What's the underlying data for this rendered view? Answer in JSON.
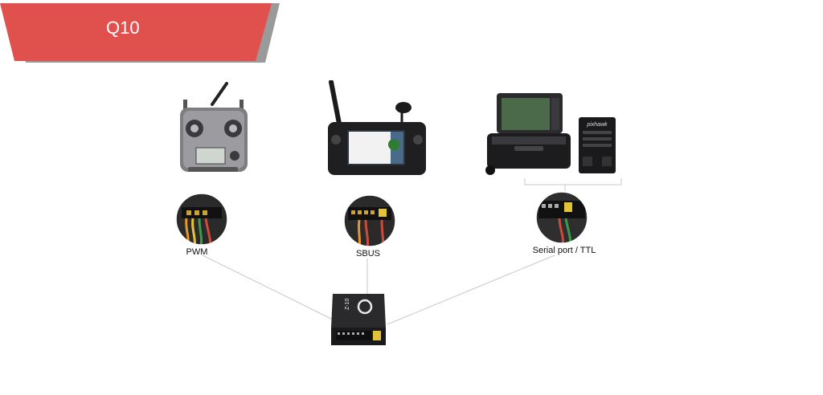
{
  "slide": {
    "title": "Q10",
    "banner_color": "#e0514e",
    "banner_shadow_color": "#9a9a9a"
  },
  "devices": [
    {
      "name": "rc-transmitter",
      "icon": "rc-transmitter-icon"
    },
    {
      "name": "handheld-ground-station",
      "icon": "handheld-controller-icon"
    },
    {
      "name": "portable-ground-station-case",
      "icon": "ground-station-case-icon"
    },
    {
      "name": "flight-controller",
      "icon": "pixhawk-icon",
      "brand_text": "pixhawk"
    }
  ],
  "connections": [
    {
      "label": "PWM",
      "icon": "pwm-connector-icon"
    },
    {
      "label": "SBUS",
      "icon": "sbus-connector-icon"
    },
    {
      "label": "Serial port / TTL",
      "icon": "serial-connector-icon"
    }
  ],
  "module": {
    "icon": "q10-module-icon",
    "printed_text": "Z-10"
  }
}
